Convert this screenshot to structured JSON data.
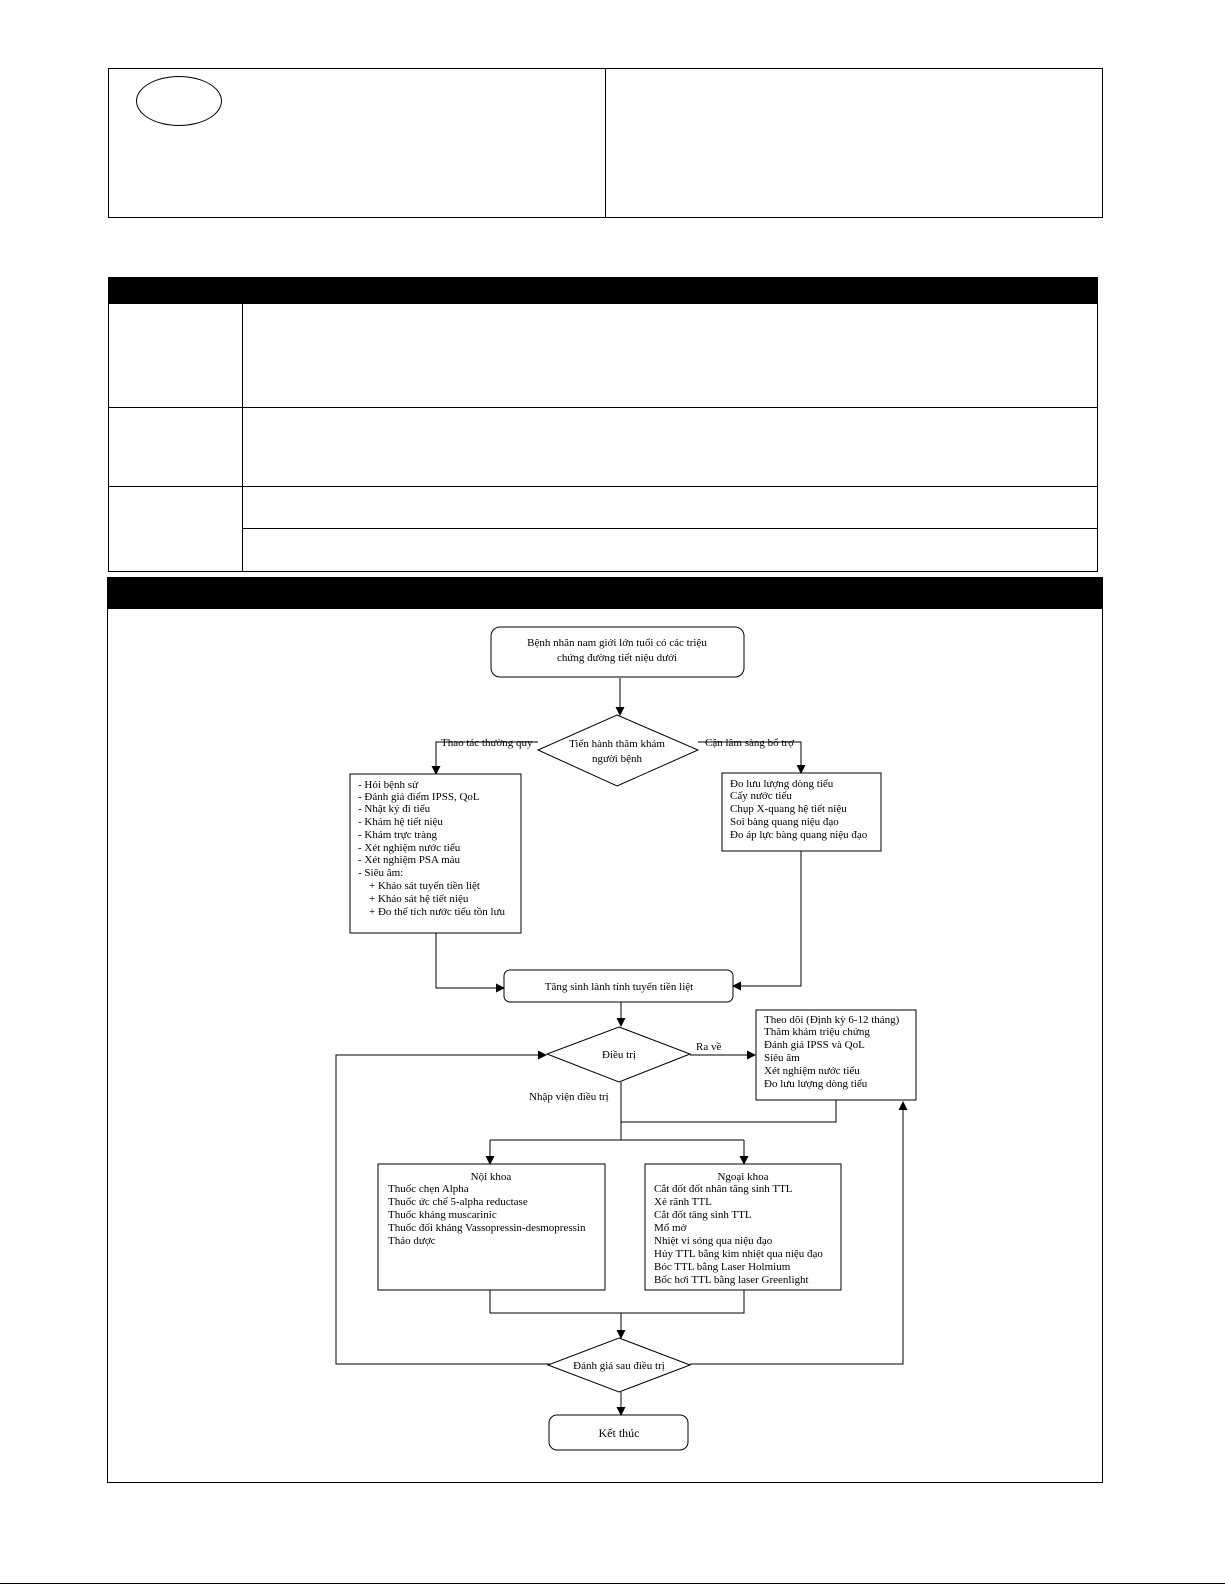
{
  "flowchart": {
    "start": [
      "Bệnh nhân nam giới lớn tuổi có các triệu",
      "chứng đường tiết niệu dưới"
    ],
    "decision_exam": [
      "Tiến hành thăm khám",
      "người bệnh"
    ],
    "edge_left_label": "Thao tác thường quy",
    "edge_right_label": "Cận lâm sàng bổ trợ",
    "routine_items": [
      "- Hỏi bệnh sử",
      "- Đánh giá điểm IPSS, QoL",
      "- Nhật ký đi tiểu",
      "- Khám hệ tiết niệu",
      "- Khám trực tràng",
      "- Xét nghiệm nước tiểu",
      "- Xét nghiệm PSA máu",
      "- Siêu âm:",
      "+ Khảo sát tuyến tiền liệt",
      "+ Khảo sát hệ tiết niệu",
      "+ Đo thể tích nước tiểu tồn lưu"
    ],
    "paraclinical_items": [
      "Đo lưu lượng dòng tiểu",
      "Cấy nước tiểu",
      "Chụp X-quang hệ tiết niệu",
      "Soi bàng quang niệu đạo",
      "Đo áp lực bàng quang niệu đạo"
    ],
    "diagnosis": "Tăng sinh lành tính tuyến tiền liệt",
    "decision_treat": "Điều trị",
    "edge_discharge_label": "Ra về",
    "followup_items": [
      "Theo dõi (Định kỳ 6-12 tháng)",
      "Thăm khám triệu chứng",
      "Đánh giá IPSS và QoL",
      "Siêu âm",
      "Xét nghiệm nước tiểu",
      "Đo lưu lượng dòng tiểu"
    ],
    "edge_admit_label": "Nhập viện điều trị",
    "medical_title": "Nội khoa",
    "medical_items": [
      "Thuốc chẹn Alpha",
      "Thuốc ức chế 5-alpha reductase",
      "Thuốc kháng muscarinic",
      "Thuốc đối kháng Vassopressin-desmopressin",
      "Thảo dược"
    ],
    "surgical_title": "Ngoại khoa",
    "surgical_items": [
      "Cắt đốt đốt nhân tăng sinh TTL",
      "Xẻ rãnh TTL",
      "Cắt đốt tăng sinh TTL",
      "Mổ mở",
      "Nhiệt vi sóng qua niệu đạo",
      "Hủy TTL bằng kim nhiệt qua niệu đạo",
      "Bóc TTL bằng Laser Holmium",
      "Bốc hơi TTL bằng laser Greenlight"
    ],
    "decision_eval": "Đánh giá sau điều trị",
    "end": "Kết thúc"
  }
}
